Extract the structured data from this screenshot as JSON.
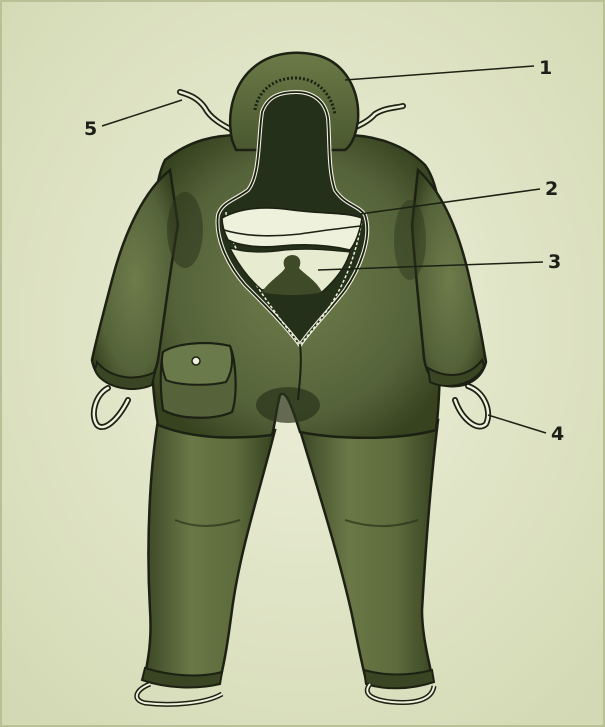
{
  "diagram": {
    "subject": "protective-suit",
    "labels": [
      {
        "id": "1",
        "text": "1"
      },
      {
        "id": "2",
        "text": "2"
      },
      {
        "id": "3",
        "text": "3"
      },
      {
        "id": "4",
        "text": "4"
      },
      {
        "id": "5",
        "text": "5"
      }
    ]
  },
  "colors": {
    "background": "#e6ead0",
    "suit": "#5b6a3e",
    "suit_dark": "#2f3820",
    "suit_shadow": "#3d4a28",
    "interior_light": "#eef1dc",
    "outline": "#1c2114"
  }
}
